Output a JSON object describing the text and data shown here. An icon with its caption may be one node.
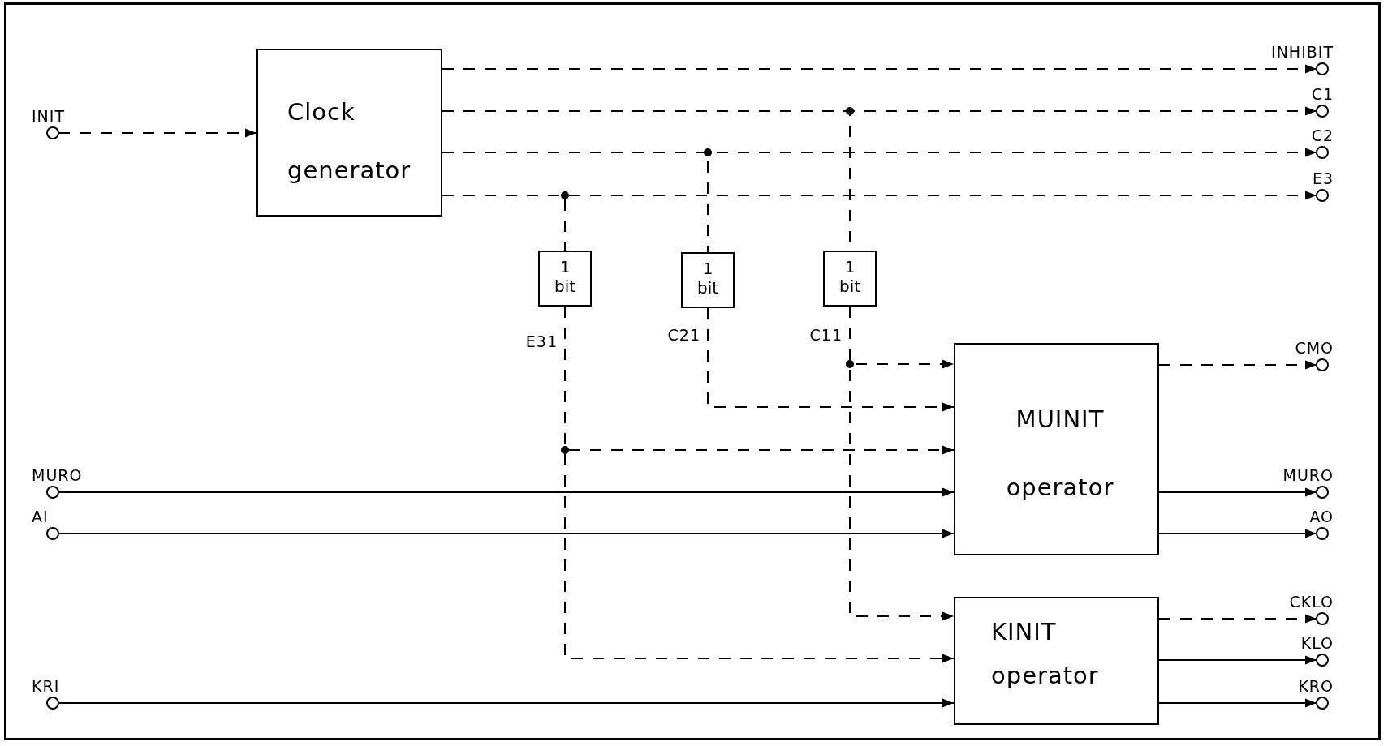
{
  "diagram": {
    "nodes": [
      {
        "text": [
          "Clock generator"
        ]
      },
      {
        "text": [
          "MUINIT operator"
        ]
      },
      {
        "text": [
          "KINIT operator"
        ]
      },
      {
        "text": [
          "1 bit"
        ]
      },
      {
        "text": [
          "1 bit"
        ]
      },
      {
        "text": [
          "1 bit"
        ]
      },
      {
        "text": [
          "INIT"
        ]
      },
      {
        "text": [
          "INHIBIT"
        ]
      },
      {
        "text": [
          "C1"
        ]
      },
      {
        "text": [
          "C2"
        ]
      },
      {
        "text": [
          "E3"
        ]
      },
      {
        "text": [
          "CMO"
        ]
      },
      {
        "text": [
          "MURO"
        ]
      },
      {
        "text": [
          "AI"
        ]
      },
      {
        "text": [
          "MURO"
        ]
      },
      {
        "text": [
          "AO"
        ]
      },
      {
        "text": [
          "CKLO"
        ]
      },
      {
        "text": [
          "KLO"
        ]
      },
      {
        "text": [
          "KRI"
        ]
      },
      {
        "text": [
          "KRO"
        ]
      }
    ],
    "edges": [
      {
        "from": 6,
        "to": 0,
        "arrow": "to",
        "style": "dashed"
      },
      {
        "from": 0,
        "to": 7,
        "arrow": "to",
        "style": "dashed"
      },
      {
        "from": 0,
        "to": 8,
        "arrow": "to",
        "style": "dashed"
      },
      {
        "from": 0,
        "to": 9,
        "arrow": "to",
        "style": "dashed"
      },
      {
        "from": 0,
        "to": 10,
        "arrow": "to",
        "style": "dashed"
      },
      {
        "from": 0,
        "to": 5,
        "arrow": "none",
        "style": "dashed"
      },
      {
        "from": 0,
        "to": 4,
        "arrow": "none",
        "style": "dashed"
      },
      {
        "from": 0,
        "to": 3,
        "arrow": "none",
        "style": "dashed"
      },
      {
        "from": 5,
        "to": 1,
        "arrow": "to",
        "style": "dashed",
        "label": "C11"
      },
      {
        "from": 5,
        "to": 2,
        "arrow": "to",
        "style": "dashed"
      },
      {
        "from": 4,
        "to": 1,
        "arrow": "to",
        "style": "dashed",
        "label": "C21"
      },
      {
        "from": 3,
        "to": 1,
        "arrow": "to",
        "style": "dashed",
        "label": "E31"
      },
      {
        "from": 3,
        "to": 2,
        "arrow": "to",
        "style": "dashed"
      },
      {
        "from": 12,
        "to": 1,
        "arrow": "to"
      },
      {
        "from": 13,
        "to": 1,
        "arrow": "to"
      },
      {
        "from": 18,
        "to": 2,
        "arrow": "to"
      },
      {
        "from": 1,
        "to": 11,
        "arrow": "to",
        "style": "dashed"
      },
      {
        "from": 1,
        "to": 14,
        "arrow": "to"
      },
      {
        "from": 1,
        "to": 15,
        "arrow": "to"
      },
      {
        "from": 2,
        "to": 16,
        "arrow": "to",
        "style": "dashed"
      },
      {
        "from": 2,
        "to": 17,
        "arrow": "to"
      },
      {
        "from": 2,
        "to": 19,
        "arrow": "to"
      }
    ]
  }
}
